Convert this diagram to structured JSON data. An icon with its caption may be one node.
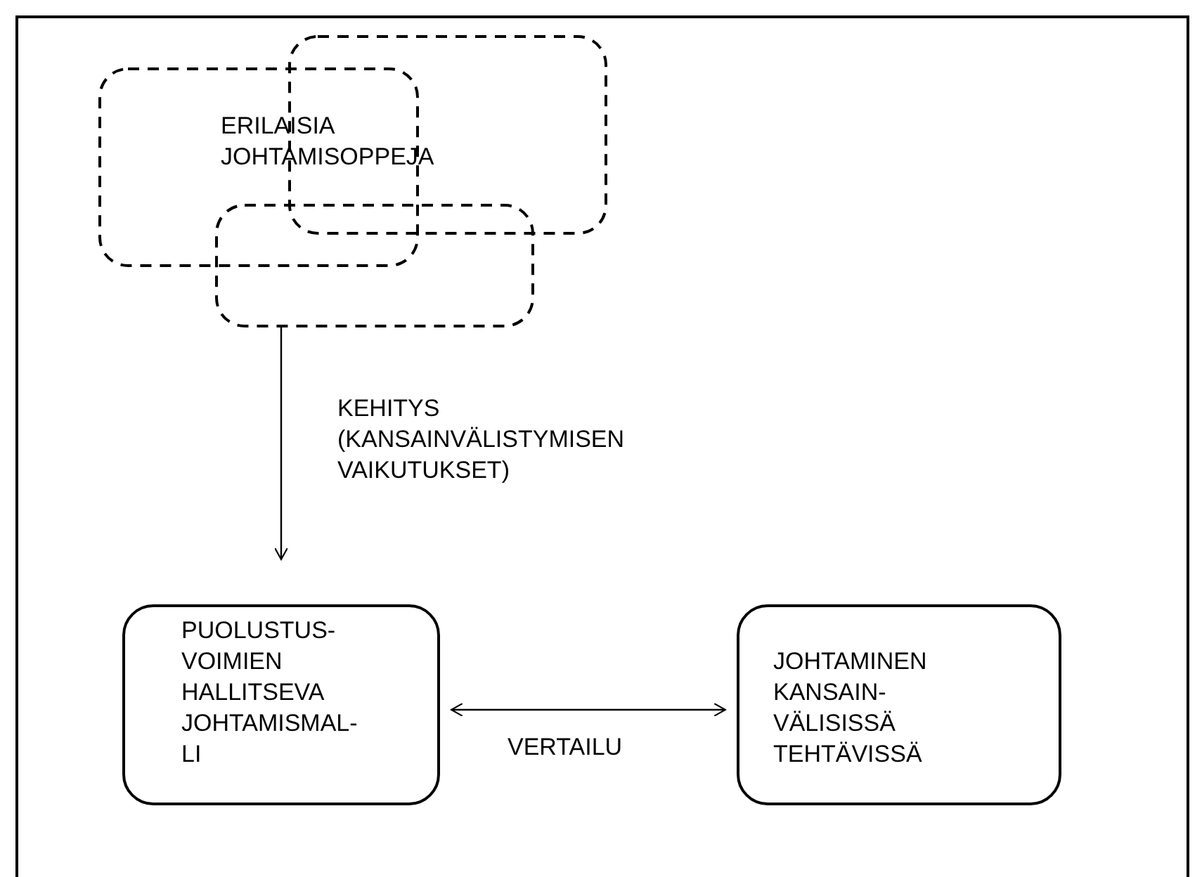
{
  "diagram": {
    "nodes": [
      {
        "text": [],
        "shape": "box"
      },
      {
        "text": [],
        "shape": "box"
      },
      {
        "text": [],
        "shape": "box"
      },
      {
        "text": [
          "PUOLUSTUS- VOIMIEN HALLITSEVA JOHTAMISMAL- LI"
        ]
      },
      {
        "text": [
          "JOHTAMINEN KANSAIN- VÄLISISSÄ TEHTÄVISSÄ"
        ]
      }
    ],
    "edges": [
      {
        "from": 2,
        "to": 3,
        "arrow": "to",
        "label": "KEHITYS (KANSAINVÄLISTYMISEN VAIKUTUKSET)"
      },
      {
        "from": 3,
        "to": 4,
        "arrow": "both",
        "label": "VERTAILU"
      }
    ],
    "labels": [
      "ERILAISIA JOHTAMISOPPEJA"
    ]
  }
}
